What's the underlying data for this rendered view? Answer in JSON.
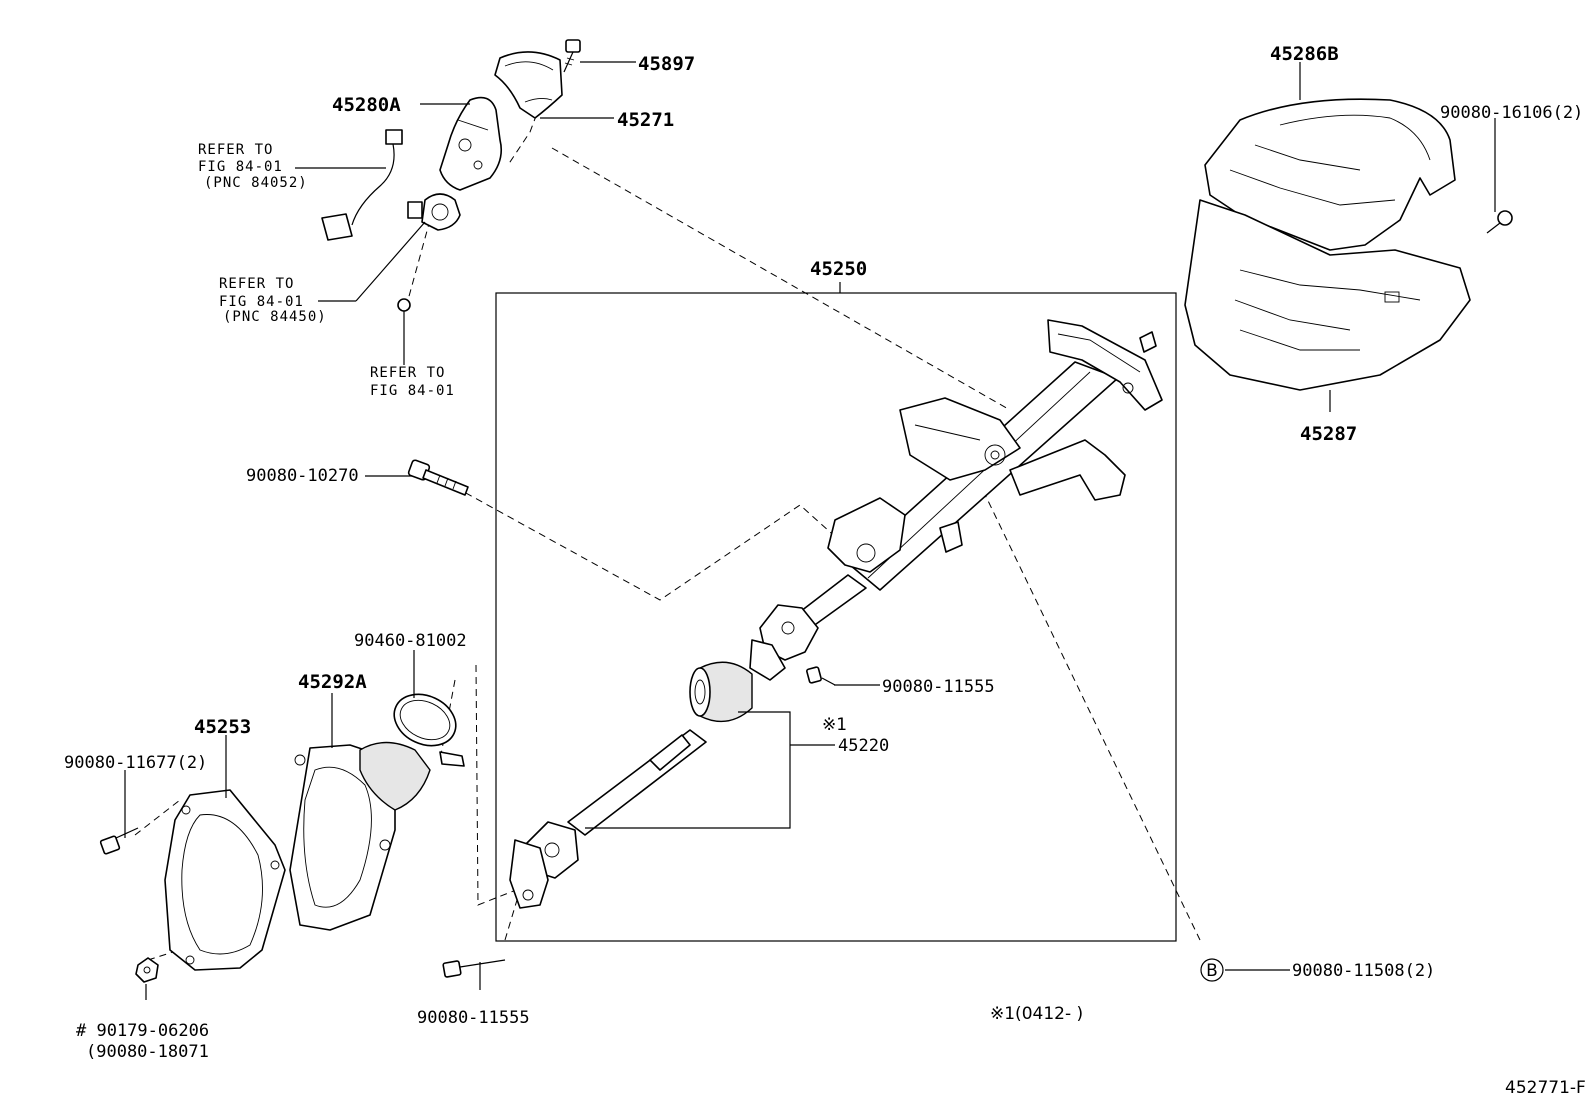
{
  "labels": {
    "p45897": "45897",
    "p45280a": "45280A",
    "p45271": "45271",
    "p45286b": "45286B",
    "p9008016106": "90080-16106(2)",
    "p45250": "45250",
    "p45287": "45287",
    "p9008010270": "90080-10270",
    "p9046081002": "90460-81002",
    "p45292a": "45292A",
    "p45253": "45253",
    "p9008011677": "90080-11677(2)",
    "p9008011555a": "90080-11555",
    "note1": "※1",
    "p45220": "45220",
    "p9008011555b": "90080-11555",
    "circle_b": "B",
    "p9008011508": "90080-11508(2)",
    "p9017906206": "# 90179-06206",
    "p9008018071": "(90080-18071",
    "footnote": "※1(0412-      )",
    "figure_id": "452771-F"
  },
  "refs": {
    "r1_line1": "REFER TO",
    "r1_line2": "FIG 84-01",
    "r1_line3": "(PNC 84052)",
    "r2_line1": "REFER TO",
    "r2_line2": "FIG 84-01",
    "r2_line3": "(PNC 84450)",
    "r3_line1": "REFER TO",
    "r3_line2": "FIG 84-01"
  }
}
